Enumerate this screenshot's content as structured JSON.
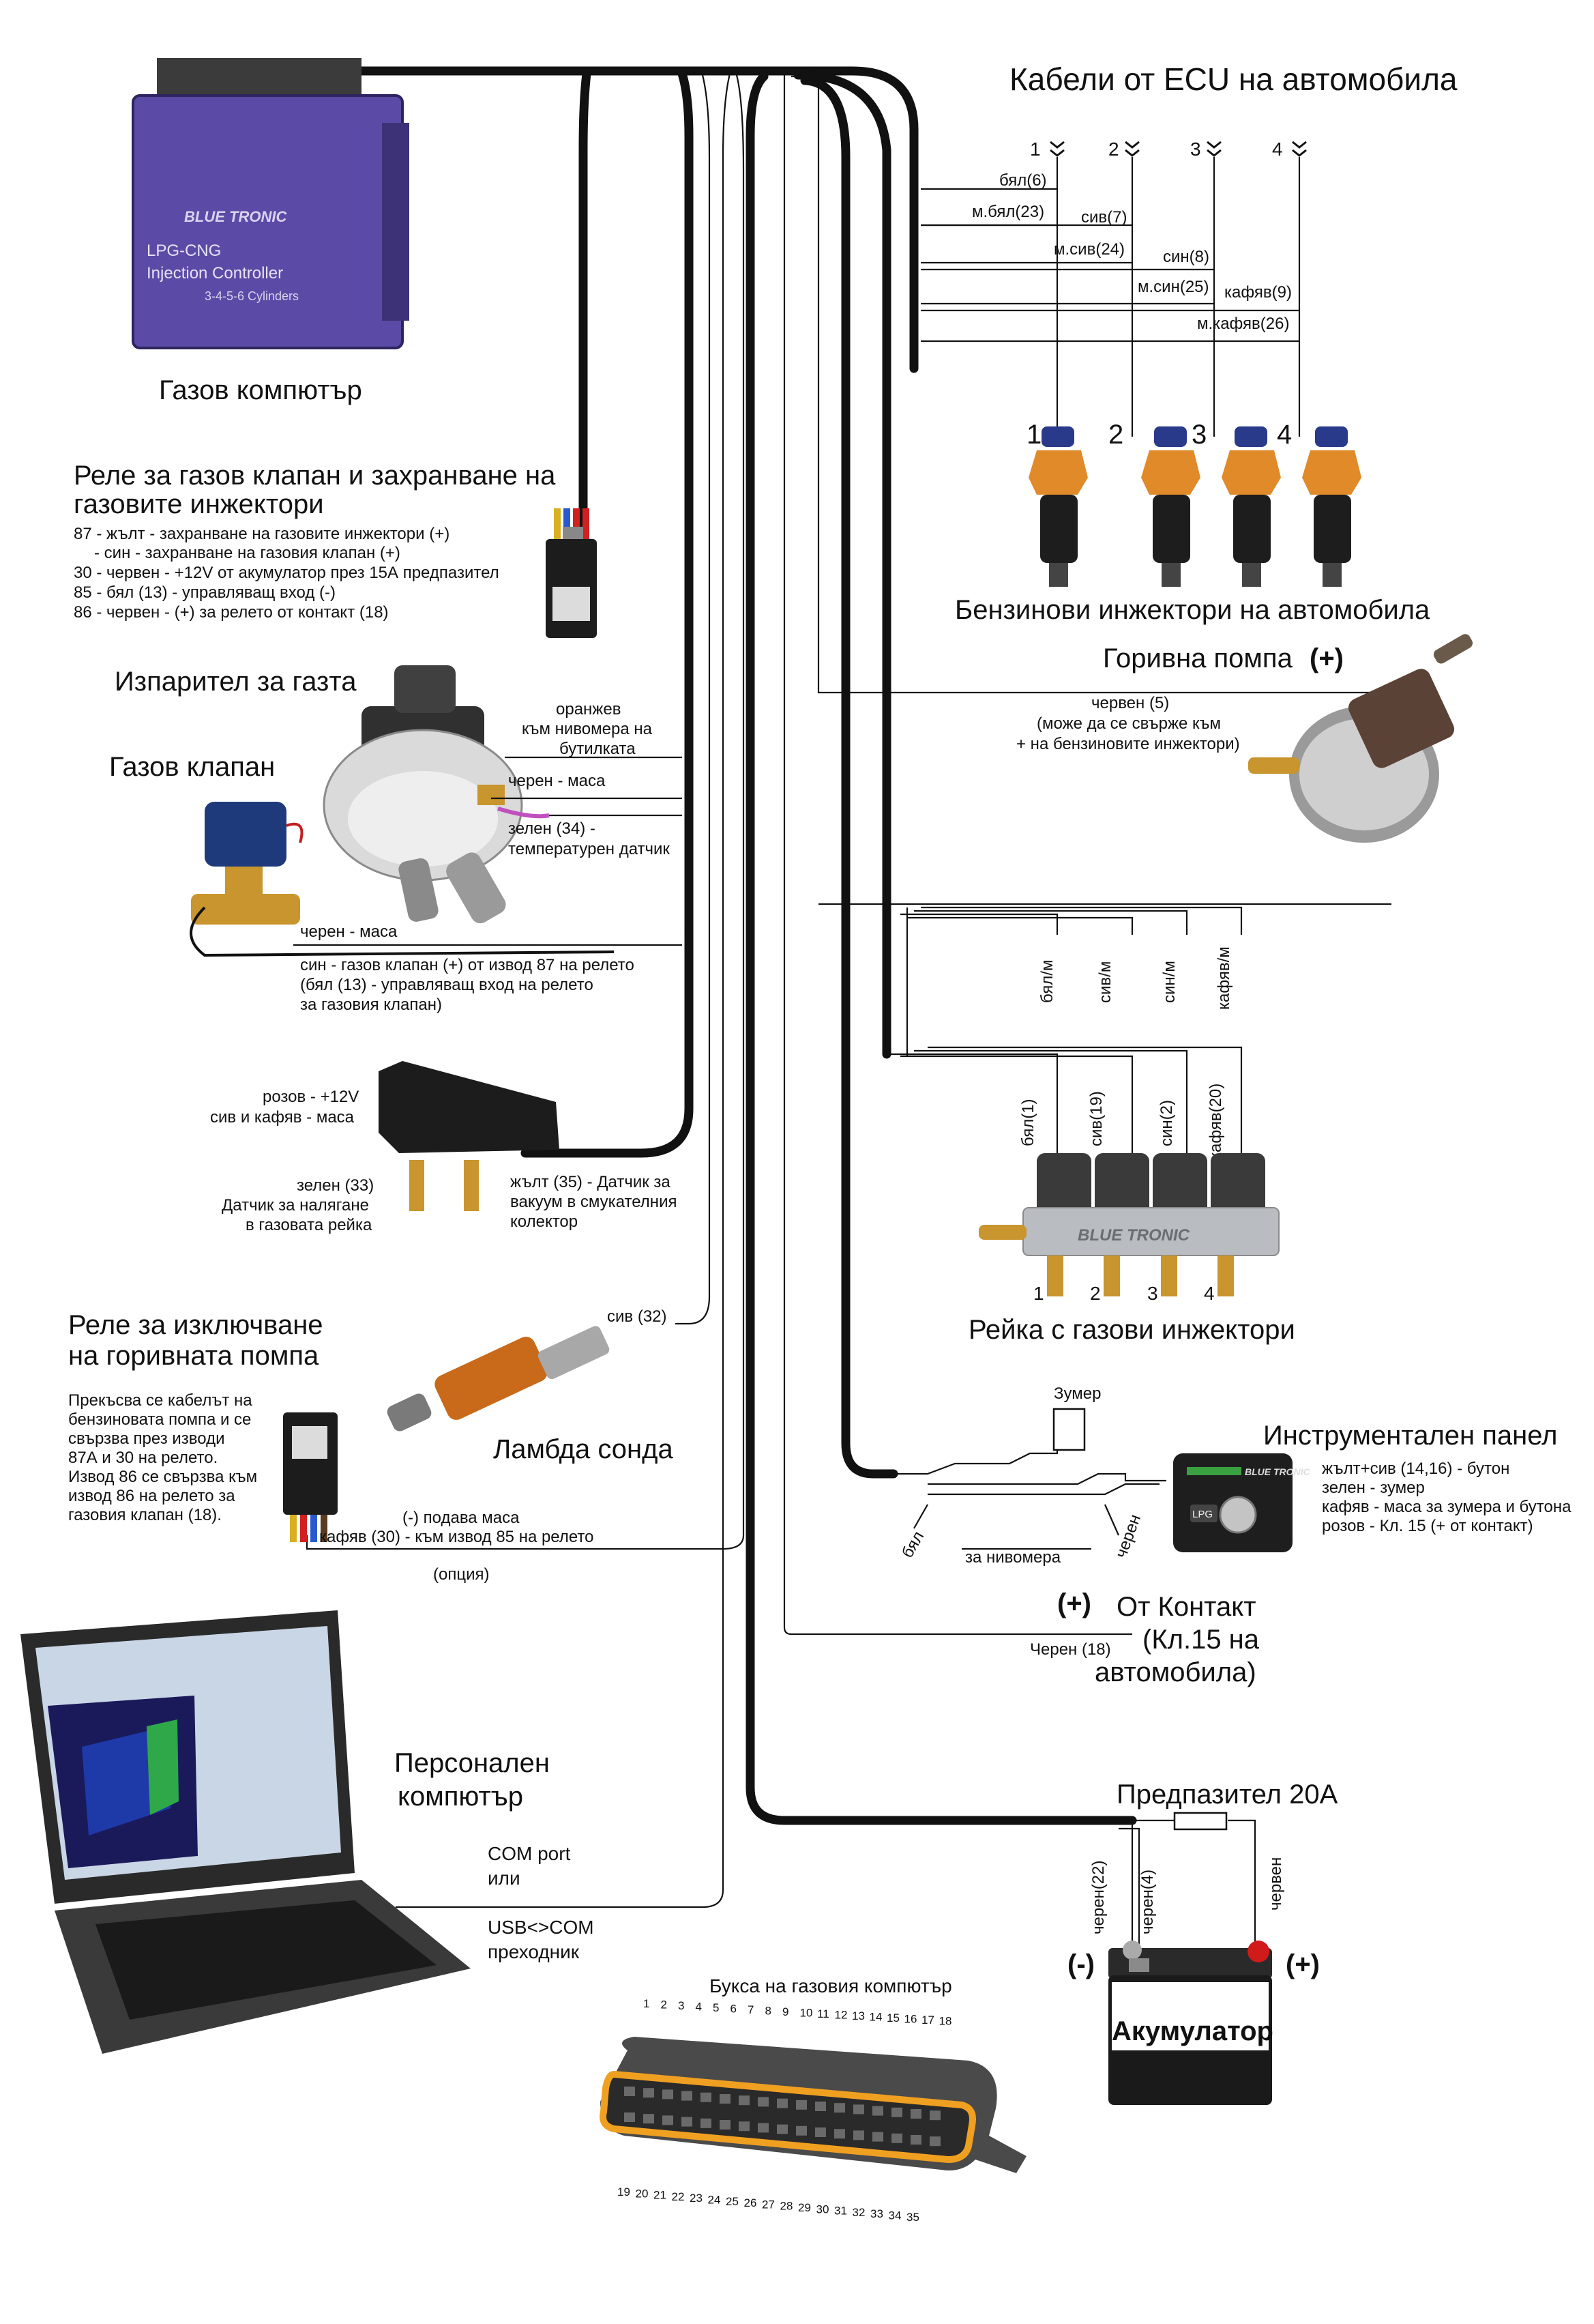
{
  "title": "Кабели от ECU на автомобила",
  "ecu": {
    "caption": "Газов компютър",
    "brand": "BLUE TRONIC",
    "line1": "LPG-CNG",
    "line2": "Injection Controller",
    "line3": "3-4-5-6 Cylinders"
  },
  "ecu_cables": {
    "numbers": [
      "1",
      "2",
      "3",
      "4"
    ],
    "wires": [
      "бял(6)",
      "м.бял(23)",
      "сив(7)",
      "м.сив(24)",
      "син(8)",
      "м.син(25)",
      "кафяв(9)",
      "м.кафяв(26)"
    ]
  },
  "petrol_injectors": {
    "caption": "Бензинови инжектори на автомобила",
    "numbers": [
      "1",
      "2",
      "3",
      "4"
    ]
  },
  "fuel_pump": {
    "caption": "Горивна помпа",
    "plus": "(+)",
    "notes": [
      "червен (5)",
      "(може да се свърже към",
      "+ на бензиновите инжектори)"
    ]
  },
  "relay_valve": {
    "title_lines": [
      "Реле за газов клапан и захранване на",
      "газовите инжектори"
    ],
    "notes": [
      "87 - жълт - захранване на газовите инжектори (+)",
      "- син - захранване на газовия клапан (+)",
      "30 - червен - +12V от акумулатор през 15А предпазител",
      "85 - бял (13) - управляващ вход (-)",
      "86 - червен - (+) за релето от контакт (18)"
    ]
  },
  "reducer": {
    "caption": "Изпарител за газта",
    "notes_orange": [
      "оранжев",
      "към нивомера на",
      "бутилката"
    ],
    "note_ground": "черен - маса",
    "notes_temp": [
      "зелен (34) -",
      "температурен датчик"
    ]
  },
  "gas_valve": {
    "caption": "Газов клапан",
    "note_ground": "черен - маса",
    "notes": [
      "син - газов клапан (+) от извод 87 на релето",
      "(бял (13) - управляващ вход на релето",
      "за газовия клапан)"
    ]
  },
  "map_sensor": {
    "left_top": [
      "розов - +12V",
      "сив и кафяв  - маса"
    ],
    "left_bottom": [
      "зелен (33)",
      "Датчик за налягане",
      "в газовата рейка"
    ],
    "right": [
      "жълт (35) - Датчик за",
      "вакуум в смукателния",
      "колектор"
    ]
  },
  "rail": {
    "caption": "Рейка с газови инжектори",
    "numbers": [
      "1",
      "2",
      "3",
      "4"
    ],
    "top_labels": [
      "бял/м",
      "сив/м",
      "син/м",
      "кафяв/м"
    ],
    "inj_labels": [
      "бял(1)",
      "сив(19)",
      "син(2)",
      "кафяв(20)"
    ],
    "brand": "BLUE TRONIC"
  },
  "pump_relay": {
    "title_lines": [
      "Реле за изключване",
      "на горивната помпа"
    ],
    "notes": [
      "Прекъсва се кабелът на",
      "бензиновата помпа и се",
      "свързва през изводи",
      "87А и 30 на релето.",
      "Извод 86 се свързва към",
      "извод 86 на релето за",
      "газовия клапан (18)."
    ]
  },
  "lambda": {
    "caption": "Ламбда сонда",
    "wire": "сив (32)",
    "notes": [
      "(-) подава маса",
      "кафяв (30) - към извод 85 на релето"
    ],
    "option": "(опция)"
  },
  "panel": {
    "caption": "Инструментален панел",
    "buzzer": "Зумер",
    "level": "за нивомера",
    "white": "бял",
    "black": "черен",
    "notes": [
      "жълт+сив (14,16) - бутон",
      "зелен - зумер",
      "кафяв - маса за зумера и бутона",
      "розов - Кл. 15 (+ от контакт)"
    ],
    "brand": "BLUE TRONIC",
    "lpg": "LPG"
  },
  "ignition": {
    "plus": "(+)",
    "lines": [
      "От Контакт",
      "(Кл.15 на",
      "автомобила)"
    ],
    "wire": "Черен (18)"
  },
  "pc": {
    "caption_lines": [
      "Персонален",
      "компютър"
    ],
    "port_lines": [
      "COM port",
      "или",
      "",
      "USB<>COM",
      "преходник"
    ]
  },
  "fuse": {
    "caption": "Предпазител 20А",
    "wires": [
      "черен(22)",
      "черен(4)",
      "червен"
    ]
  },
  "battery": {
    "label": "Акумулатор",
    "minus": "(-)",
    "plus": "(+)"
  },
  "connector": {
    "caption": "Букса на газовия компютър",
    "top_pins": [
      "1",
      "2",
      "3",
      "4",
      "5",
      "6",
      "7",
      "8",
      "9",
      "10",
      "11",
      "12",
      "13",
      "14",
      "15",
      "16",
      "17",
      "18"
    ],
    "bottom_pins": [
      "19",
      "20",
      "21",
      "22",
      "23",
      "24",
      "25",
      "26",
      "27",
      "28",
      "29",
      "30",
      "31",
      "32",
      "33",
      "34",
      "35"
    ]
  },
  "colors": {
    "ecu_purple": "#5b4ba6",
    "injector_orange": "#e08a2a",
    "connector_orange": "#f0a020",
    "battery_red": "#d11a1a"
  }
}
